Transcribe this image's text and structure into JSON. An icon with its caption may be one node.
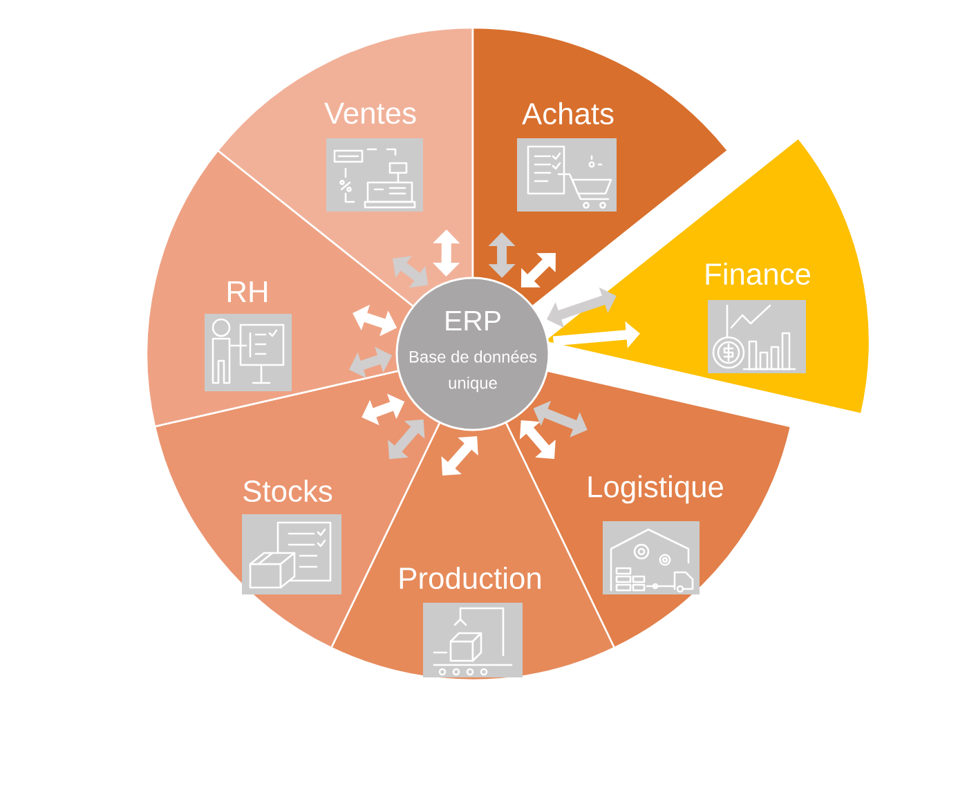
{
  "diagram": {
    "nodes": [
      {
        "text": [
          "ERP",
          "Base de données unique"
        ]
      },
      {
        "text": [
          "Ventes"
        ]
      },
      {
        "text": [
          "Achats"
        ]
      },
      {
        "text": [
          "Finance"
        ]
      },
      {
        "text": [
          "Logistique"
        ]
      },
      {
        "text": [
          "Production"
        ]
      },
      {
        "text": [
          "Stocks"
        ]
      },
      {
        "text": [
          "RH"
        ]
      }
    ],
    "edges": [
      {
        "from": 0,
        "to": 1,
        "arrow": "both"
      },
      {
        "from": 0,
        "to": 1,
        "arrow": "both",
        "color": "#d0cece"
      },
      {
        "from": 0,
        "to": 2,
        "arrow": "both",
        "color": "#d0cece"
      },
      {
        "from": 0,
        "to": 2,
        "arrow": "both"
      },
      {
        "from": 0,
        "to": 3,
        "arrow": "both",
        "color": "#d0cece"
      },
      {
        "from": 0,
        "to": 3,
        "arrow": "to"
      },
      {
        "from": 0,
        "to": 7,
        "arrow": "both"
      },
      {
        "from": 0,
        "to": 7,
        "arrow": "both",
        "color": "#d0cece"
      },
      {
        "from": 0,
        "to": 6,
        "arrow": "both"
      },
      {
        "from": 0,
        "to": 6,
        "arrow": "both",
        "color": "#d0cece"
      },
      {
        "from": 0,
        "to": 5,
        "arrow": "both"
      },
      {
        "from": 0,
        "to": 4,
        "arrow": "both"
      },
      {
        "from": 0,
        "to": 4,
        "arrow": "both",
        "color": "#d0cece"
      }
    ]
  }
}
